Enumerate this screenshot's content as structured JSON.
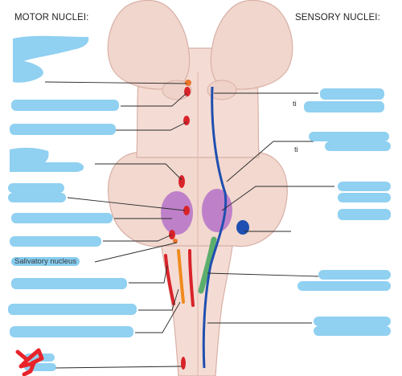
{
  "headings": {
    "motor": "MOTOR NUCLEI:",
    "sensory": "SENSORY NUCLEI:"
  },
  "fragments": {
    "salivatory": "Salivatory nucleus",
    "sensory_fragment_a": "ti",
    "sensory_fragment_b": "ti"
  },
  "colors": {
    "brainstem_fill": "#f4dcd4",
    "brainstem_outline": "#d8b0a6",
    "label_redaction": "#87cdf0",
    "leader_line": "#2a2a2a",
    "motor_nucleus": "#d9232a",
    "motor_nucleus_small": "#e9752c",
    "sensory_nucleus_blue": "#1f4fb0",
    "sensory_nucleus_purple": "#b878c8",
    "sensory_nucleus_green": "#5cae6c",
    "motor_column_orange": "#ef8a1e",
    "scribble": "#e8242a"
  }
}
